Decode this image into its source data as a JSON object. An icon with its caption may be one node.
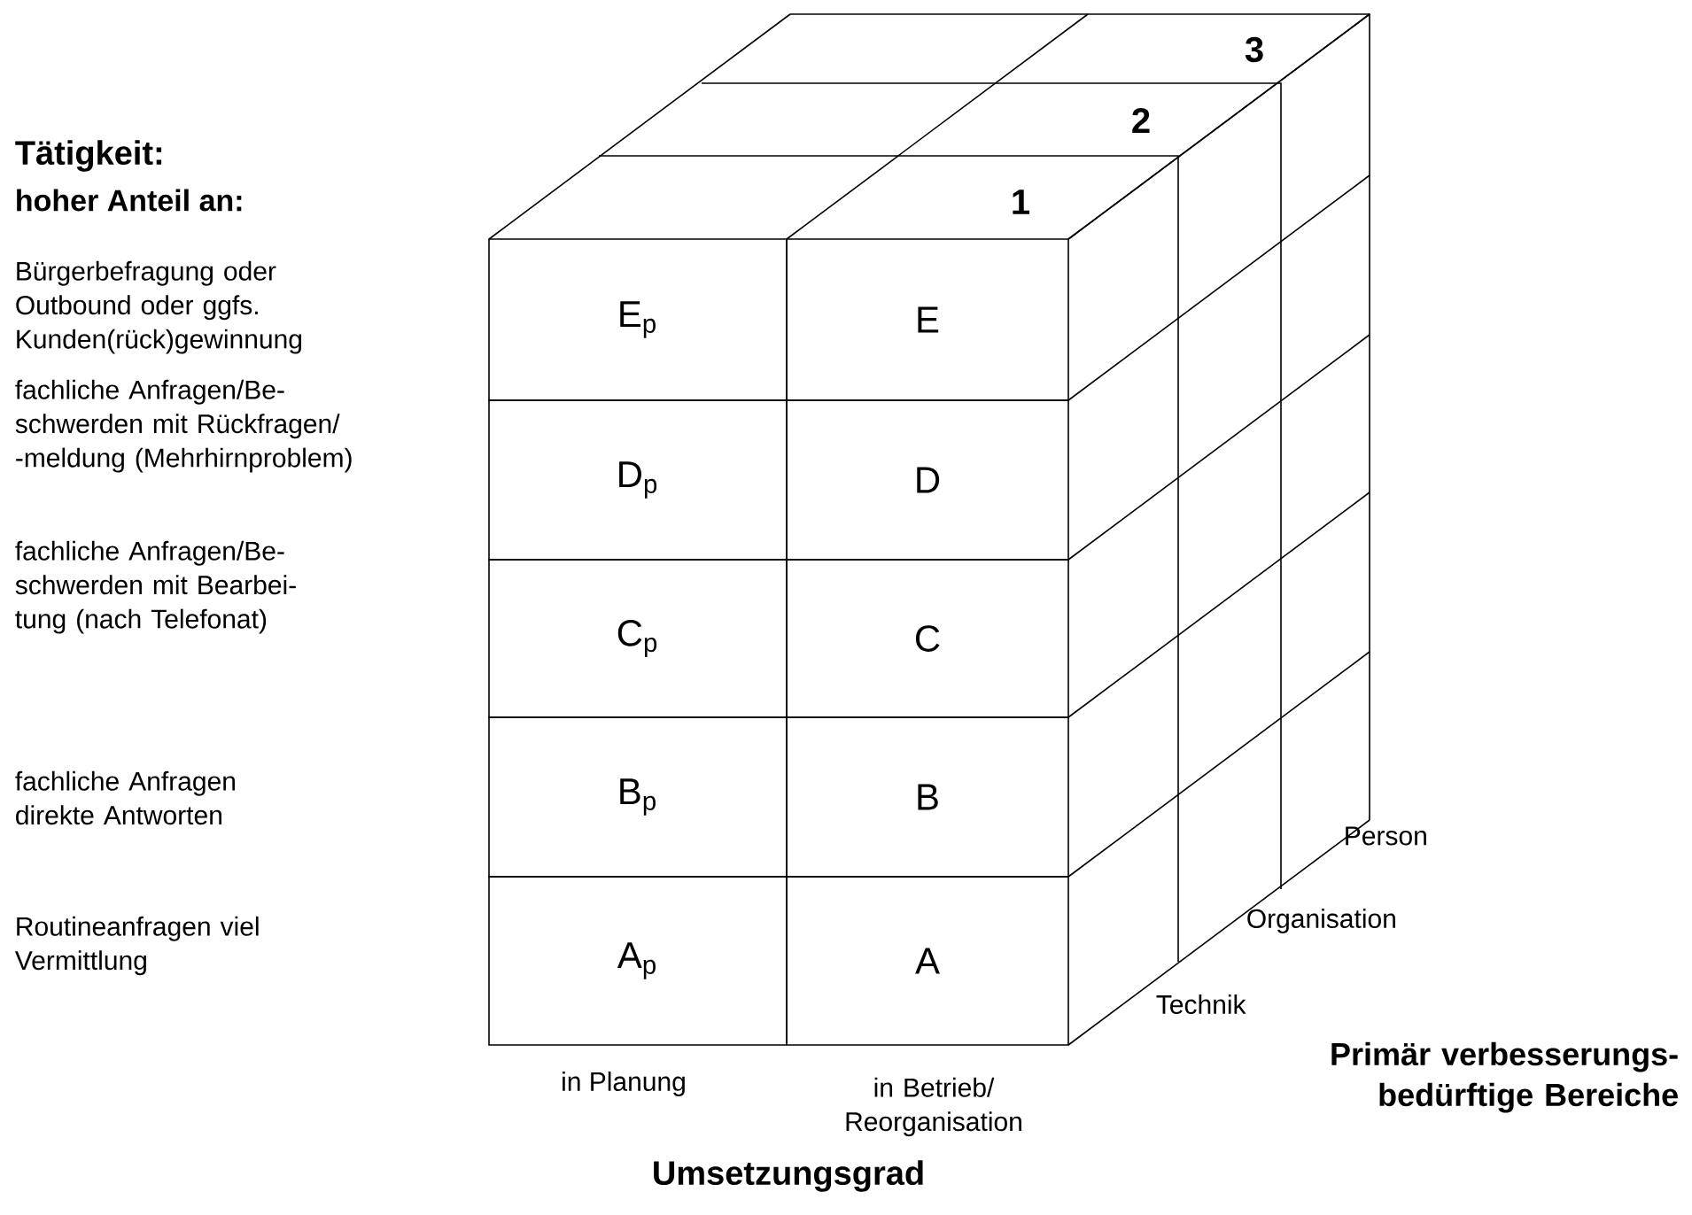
{
  "diagram": {
    "nodes": [
      {
        "text": [
          "E$_{p}$"
        ]
      },
      {
        "text": [
          "E"
        ]
      },
      {
        "text": [
          "D$_{p}$"
        ]
      },
      {
        "text": [
          "D"
        ]
      },
      {
        "text": [
          "C$_{p}$"
        ]
      },
      {
        "text": [
          "C"
        ]
      },
      {
        "text": [
          "B$_{p}$"
        ]
      },
      {
        "text": [
          "B"
        ]
      },
      {
        "text": [
          "A$_{p}$"
        ]
      },
      {
        "text": [
          "A"
        ]
      }
    ],
    "labels": [
      "3",
      "2",
      "1",
      "Tätigkeit:",
      "hoher Anteil an:",
      "Bürgerbefragung oder Outbound oder ggfs. Kunden(rück)gewinnung",
      "fachliche Anfragen/Be- schwerden mit Rückfragen/ -meldung (Mehrhirnproblem)",
      "fachliche Anfragen/Be- schwerden mit Bearbei- tung (nach Telefonat)",
      "fachliche Anfragen direkte Antworten",
      "Routineanfragen viel Vermittlung",
      "Person",
      "Organisation",
      "Primär verbesserungs- bedürftige Bereiche",
      "Technik",
      "in Planung",
      "in Betrieb/ Reorganisation",
      "Umsetzungsgrad"
    ]
  }
}
